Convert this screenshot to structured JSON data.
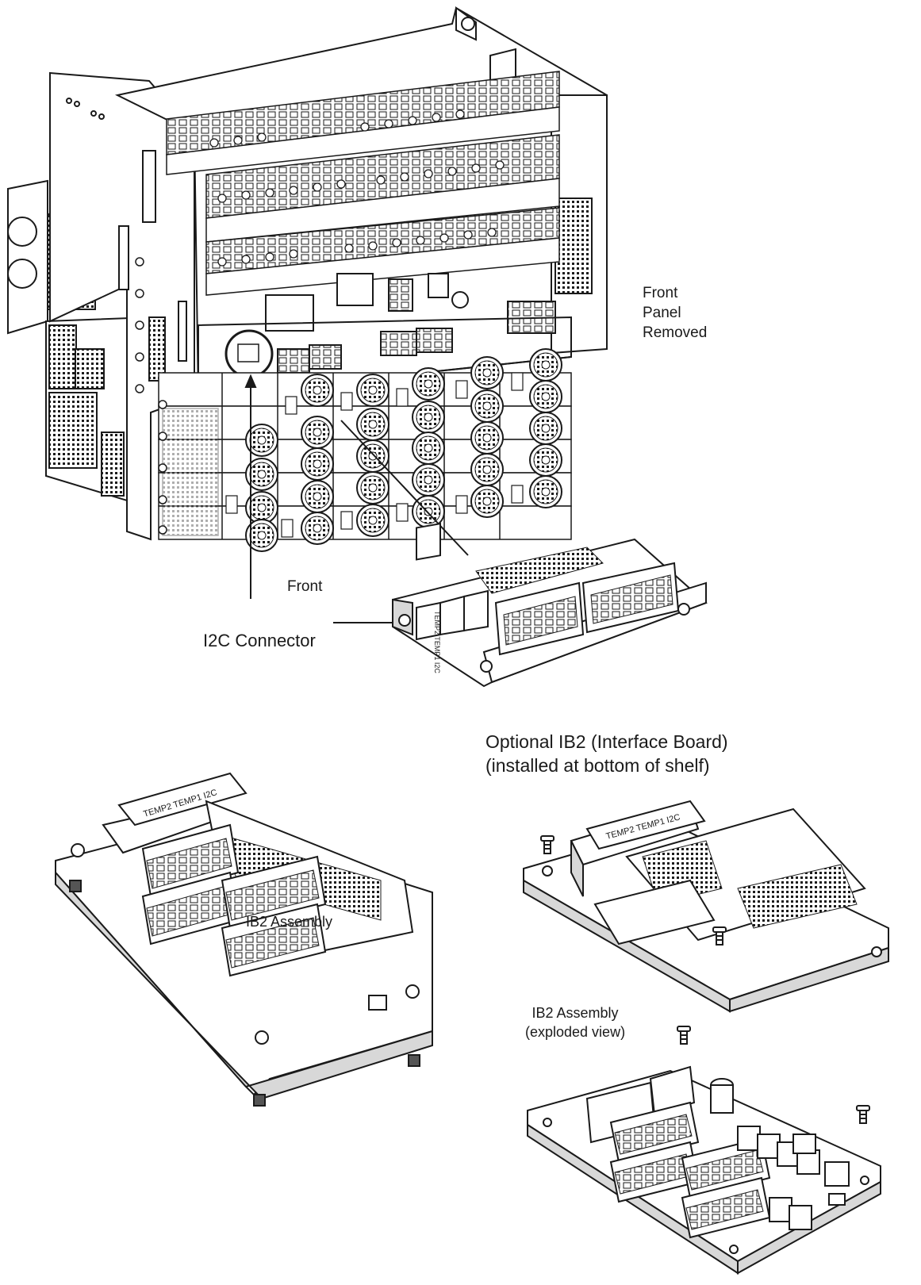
{
  "labels": {
    "front_panel_removed": [
      "Front",
      "Panel",
      "Removed"
    ],
    "front": "Front",
    "i2c_connector": "I2C Connector",
    "optional_ib2": [
      "Optional IB2 (Interface Board)",
      "(installed at bottom of shelf)"
    ],
    "ib2_assembly": "IB2 Assembly",
    "ib2_assembly_exploded": [
      "IB2 Assembly",
      "(exploded view)"
    ]
  },
  "board_labels": {
    "header_strip": "TEMP2 TEMP1 I2C"
  },
  "colors": {
    "line": "#1a1a1a",
    "fill": "#ffffff",
    "shade": "#d8d8d8",
    "dark": "#555555"
  }
}
